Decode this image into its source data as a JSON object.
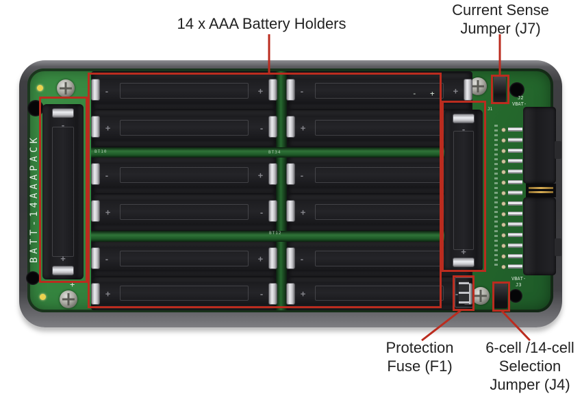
{
  "figure": {
    "title_context": "Annotated battery pack board photo",
    "annotation_color": "#bb2c1f",
    "label_text_color": "#222222",
    "pcb_green": "#2f7c3a",
    "enclosure_gray": "#3c3c3f"
  },
  "labels": {
    "battery_holders": "14 x AAA Battery Holders",
    "current_sense_line1": "Current Sense",
    "current_sense_line2": "Jumper (J7)",
    "fuse_line1": "Protection",
    "fuse_line2": "Fuse (F1)",
    "selection_line1": "6-cell /14-cell",
    "selection_line2": "Selection",
    "selection_line3": "Jumper (J4)"
  },
  "board": {
    "part_number": "BATT-14AAAPACK",
    "battery_holder_count": 14,
    "silkscreen": {
      "j2": "J2",
      "j2_net": "VBAT-",
      "j1": "J1",
      "j3": "J3",
      "j3_net": "VBAT-",
      "bt10": "BT10",
      "bt34": "BT34",
      "bt12": "BT12",
      "plus": "+",
      "minus": "-"
    }
  }
}
